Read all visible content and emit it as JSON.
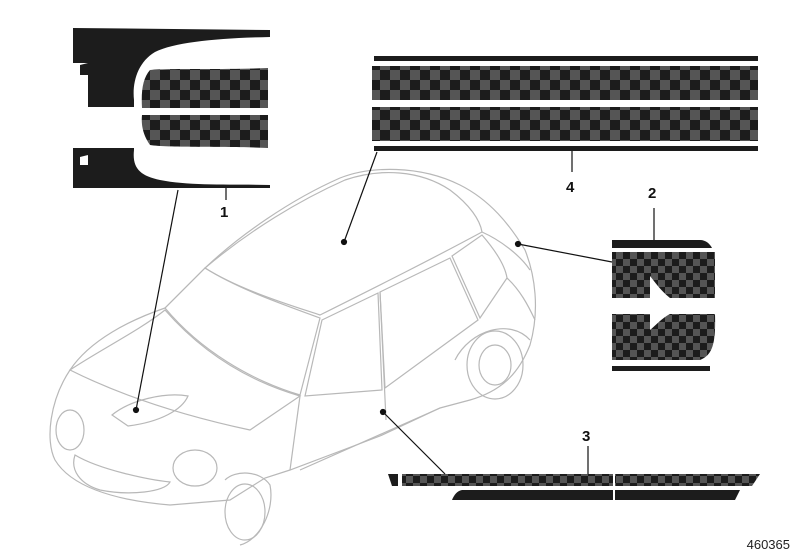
{
  "callouts": {
    "part1": "1",
    "part2": "2",
    "part3": "3",
    "part4": "4"
  },
  "document_number": "460365",
  "colors": {
    "stripe_dark": "#1c1c1c",
    "stripe_check": "#555555",
    "car_outline": "#b8b8b8",
    "leader": "#111111"
  }
}
